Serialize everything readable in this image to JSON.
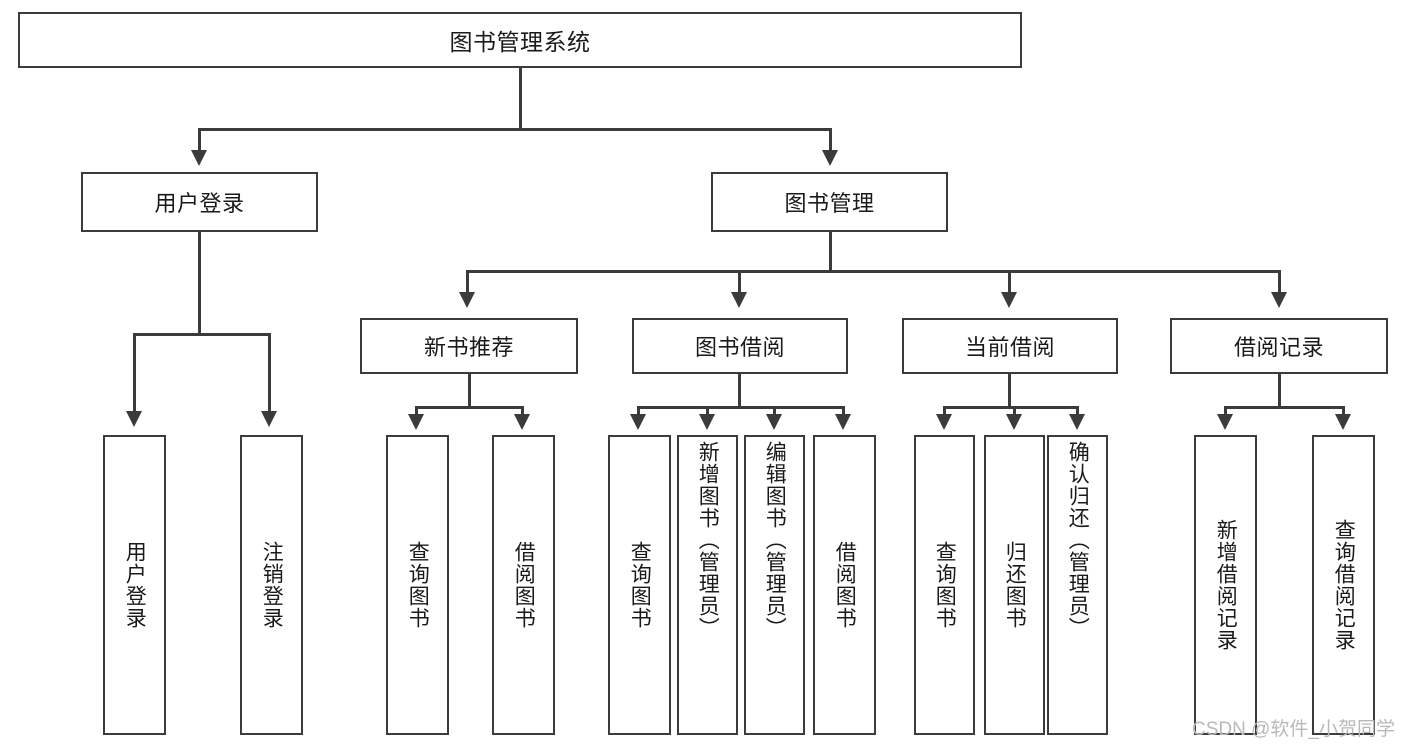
{
  "diagram": {
    "type": "tree",
    "title": "图书管理系统",
    "root": {
      "label": "图书管理系统"
    },
    "level2": [
      {
        "label": "用户登录"
      },
      {
        "label": "图书管理"
      }
    ],
    "level3": [
      {
        "label": "新书推荐"
      },
      {
        "label": "图书借阅"
      },
      {
        "label": "当前借阅"
      },
      {
        "label": "借阅记录"
      }
    ],
    "leaves": {
      "user_login": [
        {
          "label": "用户登录"
        },
        {
          "label": "注销登录"
        }
      ],
      "new_book_recommend": [
        {
          "label": "查询图书"
        },
        {
          "label": "借阅图书"
        }
      ],
      "book_borrow": [
        {
          "label": "查询图书"
        },
        {
          "label": "新增图书（管理员）"
        },
        {
          "label": "编辑图书（管理员）"
        },
        {
          "label": "借阅图书"
        }
      ],
      "current_borrow": [
        {
          "label": "查询图书"
        },
        {
          "label": "归还图书"
        },
        {
          "label": "确认归还（管理员）"
        }
      ],
      "borrow_record": [
        {
          "label": "新增借阅记录"
        },
        {
          "label": "查询借阅记录"
        }
      ]
    },
    "colors": {
      "stroke": "#3b3b3b",
      "fill": "#ffffff",
      "text": "#1a1a1a",
      "watermark": "#b9b9b9"
    }
  },
  "watermark": {
    "text": "CSDN @软件_小贺同学"
  }
}
